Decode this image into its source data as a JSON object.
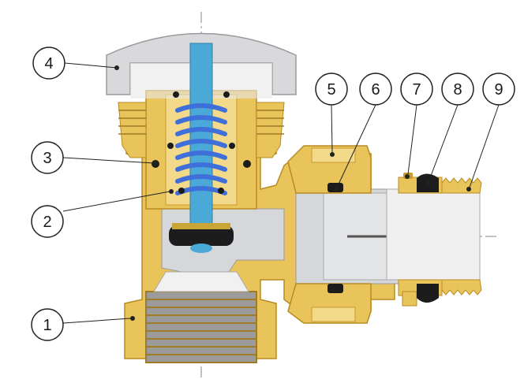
{
  "callouts": [
    {
      "id": "1",
      "label": "1"
    },
    {
      "id": "2",
      "label": "2"
    },
    {
      "id": "3",
      "label": "3"
    },
    {
      "id": "4",
      "label": "4"
    },
    {
      "id": "5",
      "label": "5"
    },
    {
      "id": "6",
      "label": "6"
    },
    {
      "id": "7",
      "label": "7"
    },
    {
      "id": "8",
      "label": "8"
    },
    {
      "id": "9",
      "label": "9"
    }
  ],
  "colors": {
    "brass": "#e9c45a",
    "brass_dark": "#c99a2e",
    "brass_light": "#f3d98a",
    "cap_grey": "#d9d9dc",
    "spring_blue": "#3f6fd8",
    "stem_blue": "#4aa9d6",
    "seal_black": "#1c1c1c",
    "steel_grey": "#c7c9cc"
  }
}
